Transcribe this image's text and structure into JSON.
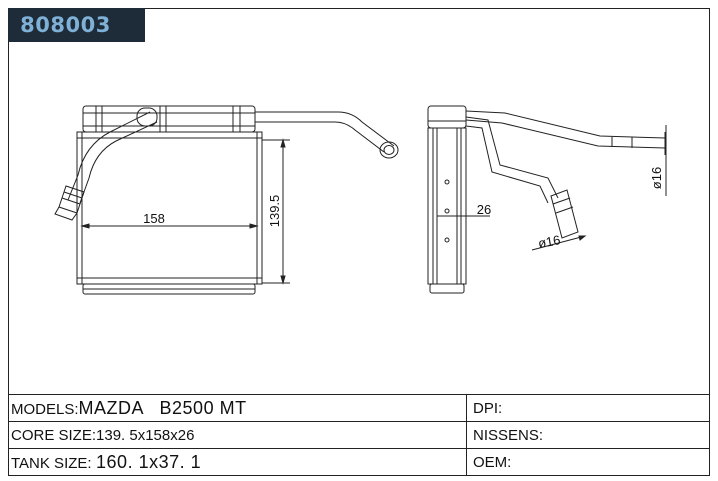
{
  "part_number": "808003",
  "drawing": {
    "width_dim": "158",
    "height_dim": "139.5",
    "depth_dim": "26",
    "pipe_dia_top": "ø16",
    "pipe_dia_bottom": "ø16"
  },
  "specs": {
    "models_label": "MODELS:",
    "models_value": "MAZDA   B2500 MT",
    "core_label": "CORE SIZE:",
    "core_value": "139. 5x158x26",
    "tank_label": "TANK SIZE:",
    "tank_value": "160. 1x37. 1",
    "dpi_label": "DPI:",
    "nissens_label": "NISSENS:",
    "oem_label": "OEM:"
  }
}
